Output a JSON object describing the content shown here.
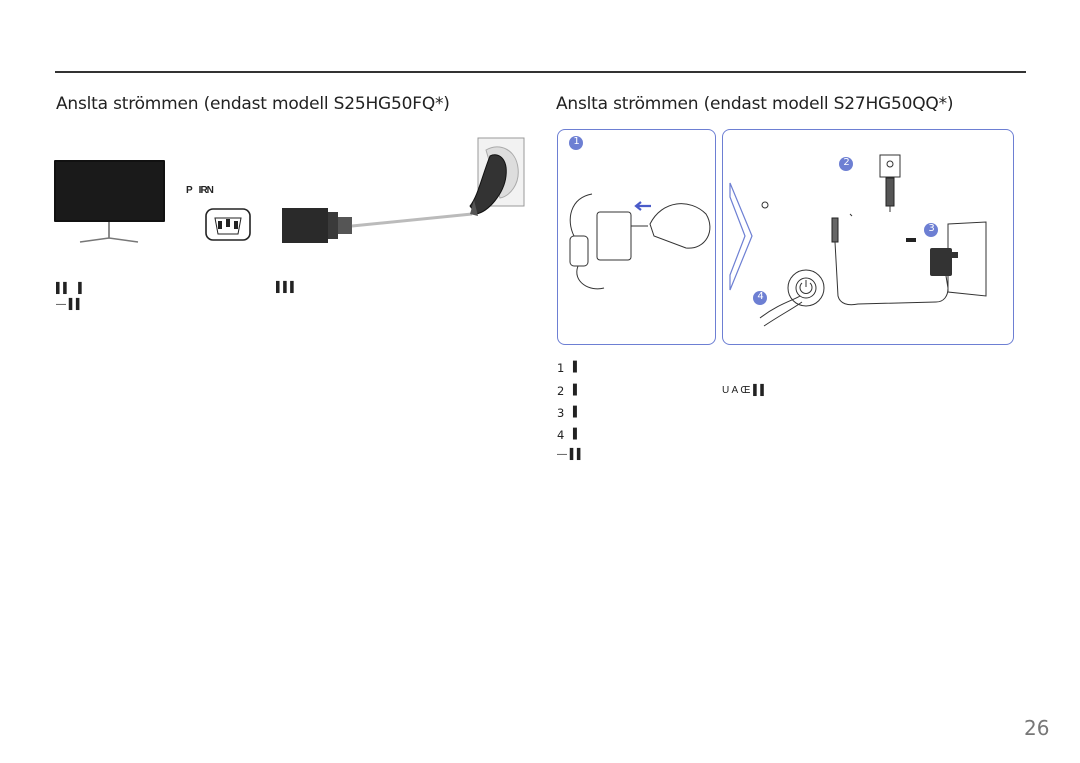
{
  "headings": {
    "left": "Anslta strömmen (endast modell S25HG50FQ*)",
    "right": "Anslta strömmen (endast modell S27HG50QQ*)"
  },
  "left_section": {
    "port_label": "PIRN",
    "caption_line1_start": "▌▌▌",
    "caption_line1_mid": "▌▌▌",
    "caption_note": "— ▌▌"
  },
  "right_section": {
    "callouts": [
      "1",
      "2",
      "3",
      "4"
    ],
    "steps": [
      {
        "num": "1",
        "glyph": "▌",
        "extra": ""
      },
      {
        "num": "2",
        "glyph": "▌",
        "extra": "U A   Œ  ▌▌"
      },
      {
        "num": "3",
        "glyph": "▌",
        "extra": ""
      },
      {
        "num": "4",
        "glyph": "▌",
        "extra": ""
      }
    ],
    "note": "— ▌▌"
  },
  "colors": {
    "accent": "#6d7fd3",
    "rule": "#333333"
  },
  "page_number": "26"
}
